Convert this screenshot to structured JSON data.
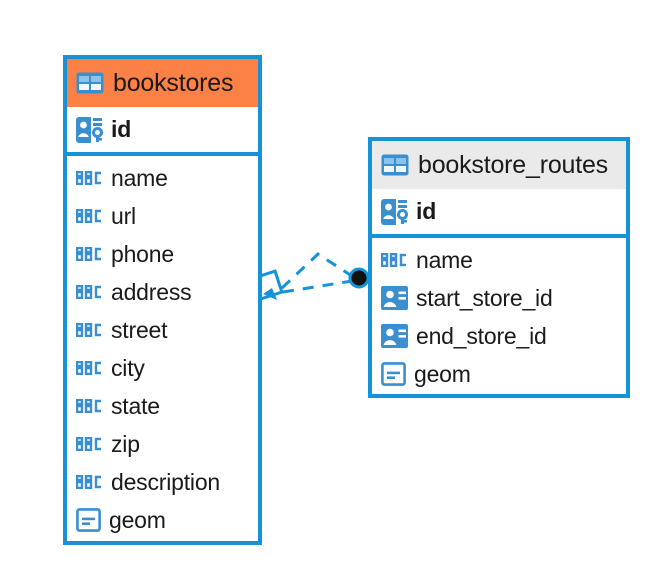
{
  "diagram": {
    "kind": "entity-relationship-diagram",
    "background": "#ffffff",
    "colors": {
      "border_blue": "#1592d8",
      "icon_blue": "#3a8fd0",
      "header_orange": "#fb8146",
      "header_grey": "#eaeaea",
      "text": "#1a1a1a",
      "connector_blue": "#1592d8",
      "endpoint_dark": "#111111"
    },
    "entities": [
      {
        "name": "bookstores",
        "header_icon": "table-icon",
        "header_style": "accent-orange",
        "primary_keys": [
          {
            "label": "id",
            "icon": "primary-key-icon",
            "bold": true
          }
        ],
        "fields": [
          {
            "label": "name",
            "icon": "abc-text-icon"
          },
          {
            "label": "url",
            "icon": "abc-text-icon"
          },
          {
            "label": "phone",
            "icon": "abc-text-icon"
          },
          {
            "label": "address",
            "icon": "abc-text-icon"
          },
          {
            "label": "street",
            "icon": "abc-text-icon"
          },
          {
            "label": "city",
            "icon": "abc-text-icon"
          },
          {
            "label": "state",
            "icon": "abc-text-icon"
          },
          {
            "label": "zip",
            "icon": "abc-text-icon"
          },
          {
            "label": "description",
            "icon": "abc-text-icon"
          },
          {
            "label": "geom",
            "icon": "geometry-icon"
          }
        ]
      },
      {
        "name": "bookstore_routes",
        "header_icon": "table-icon",
        "header_style": "accent-grey",
        "primary_keys": [
          {
            "label": "id",
            "icon": "primary-key-icon",
            "bold": true
          }
        ],
        "fields": [
          {
            "label": "name",
            "icon": "abc-text-icon"
          },
          {
            "label": "start_store_id",
            "icon": "foreign-key-icon"
          },
          {
            "label": "end_store_id",
            "icon": "foreign-key-icon"
          },
          {
            "label": "geom",
            "icon": "geometry-icon"
          }
        ]
      }
    ],
    "relationship": {
      "from_entity": "bookstores",
      "to_entity": "bookstore_routes",
      "line_style": "dashed",
      "source_marker": "diamond-marker",
      "target_marker": "filled-circle-marker"
    }
  }
}
